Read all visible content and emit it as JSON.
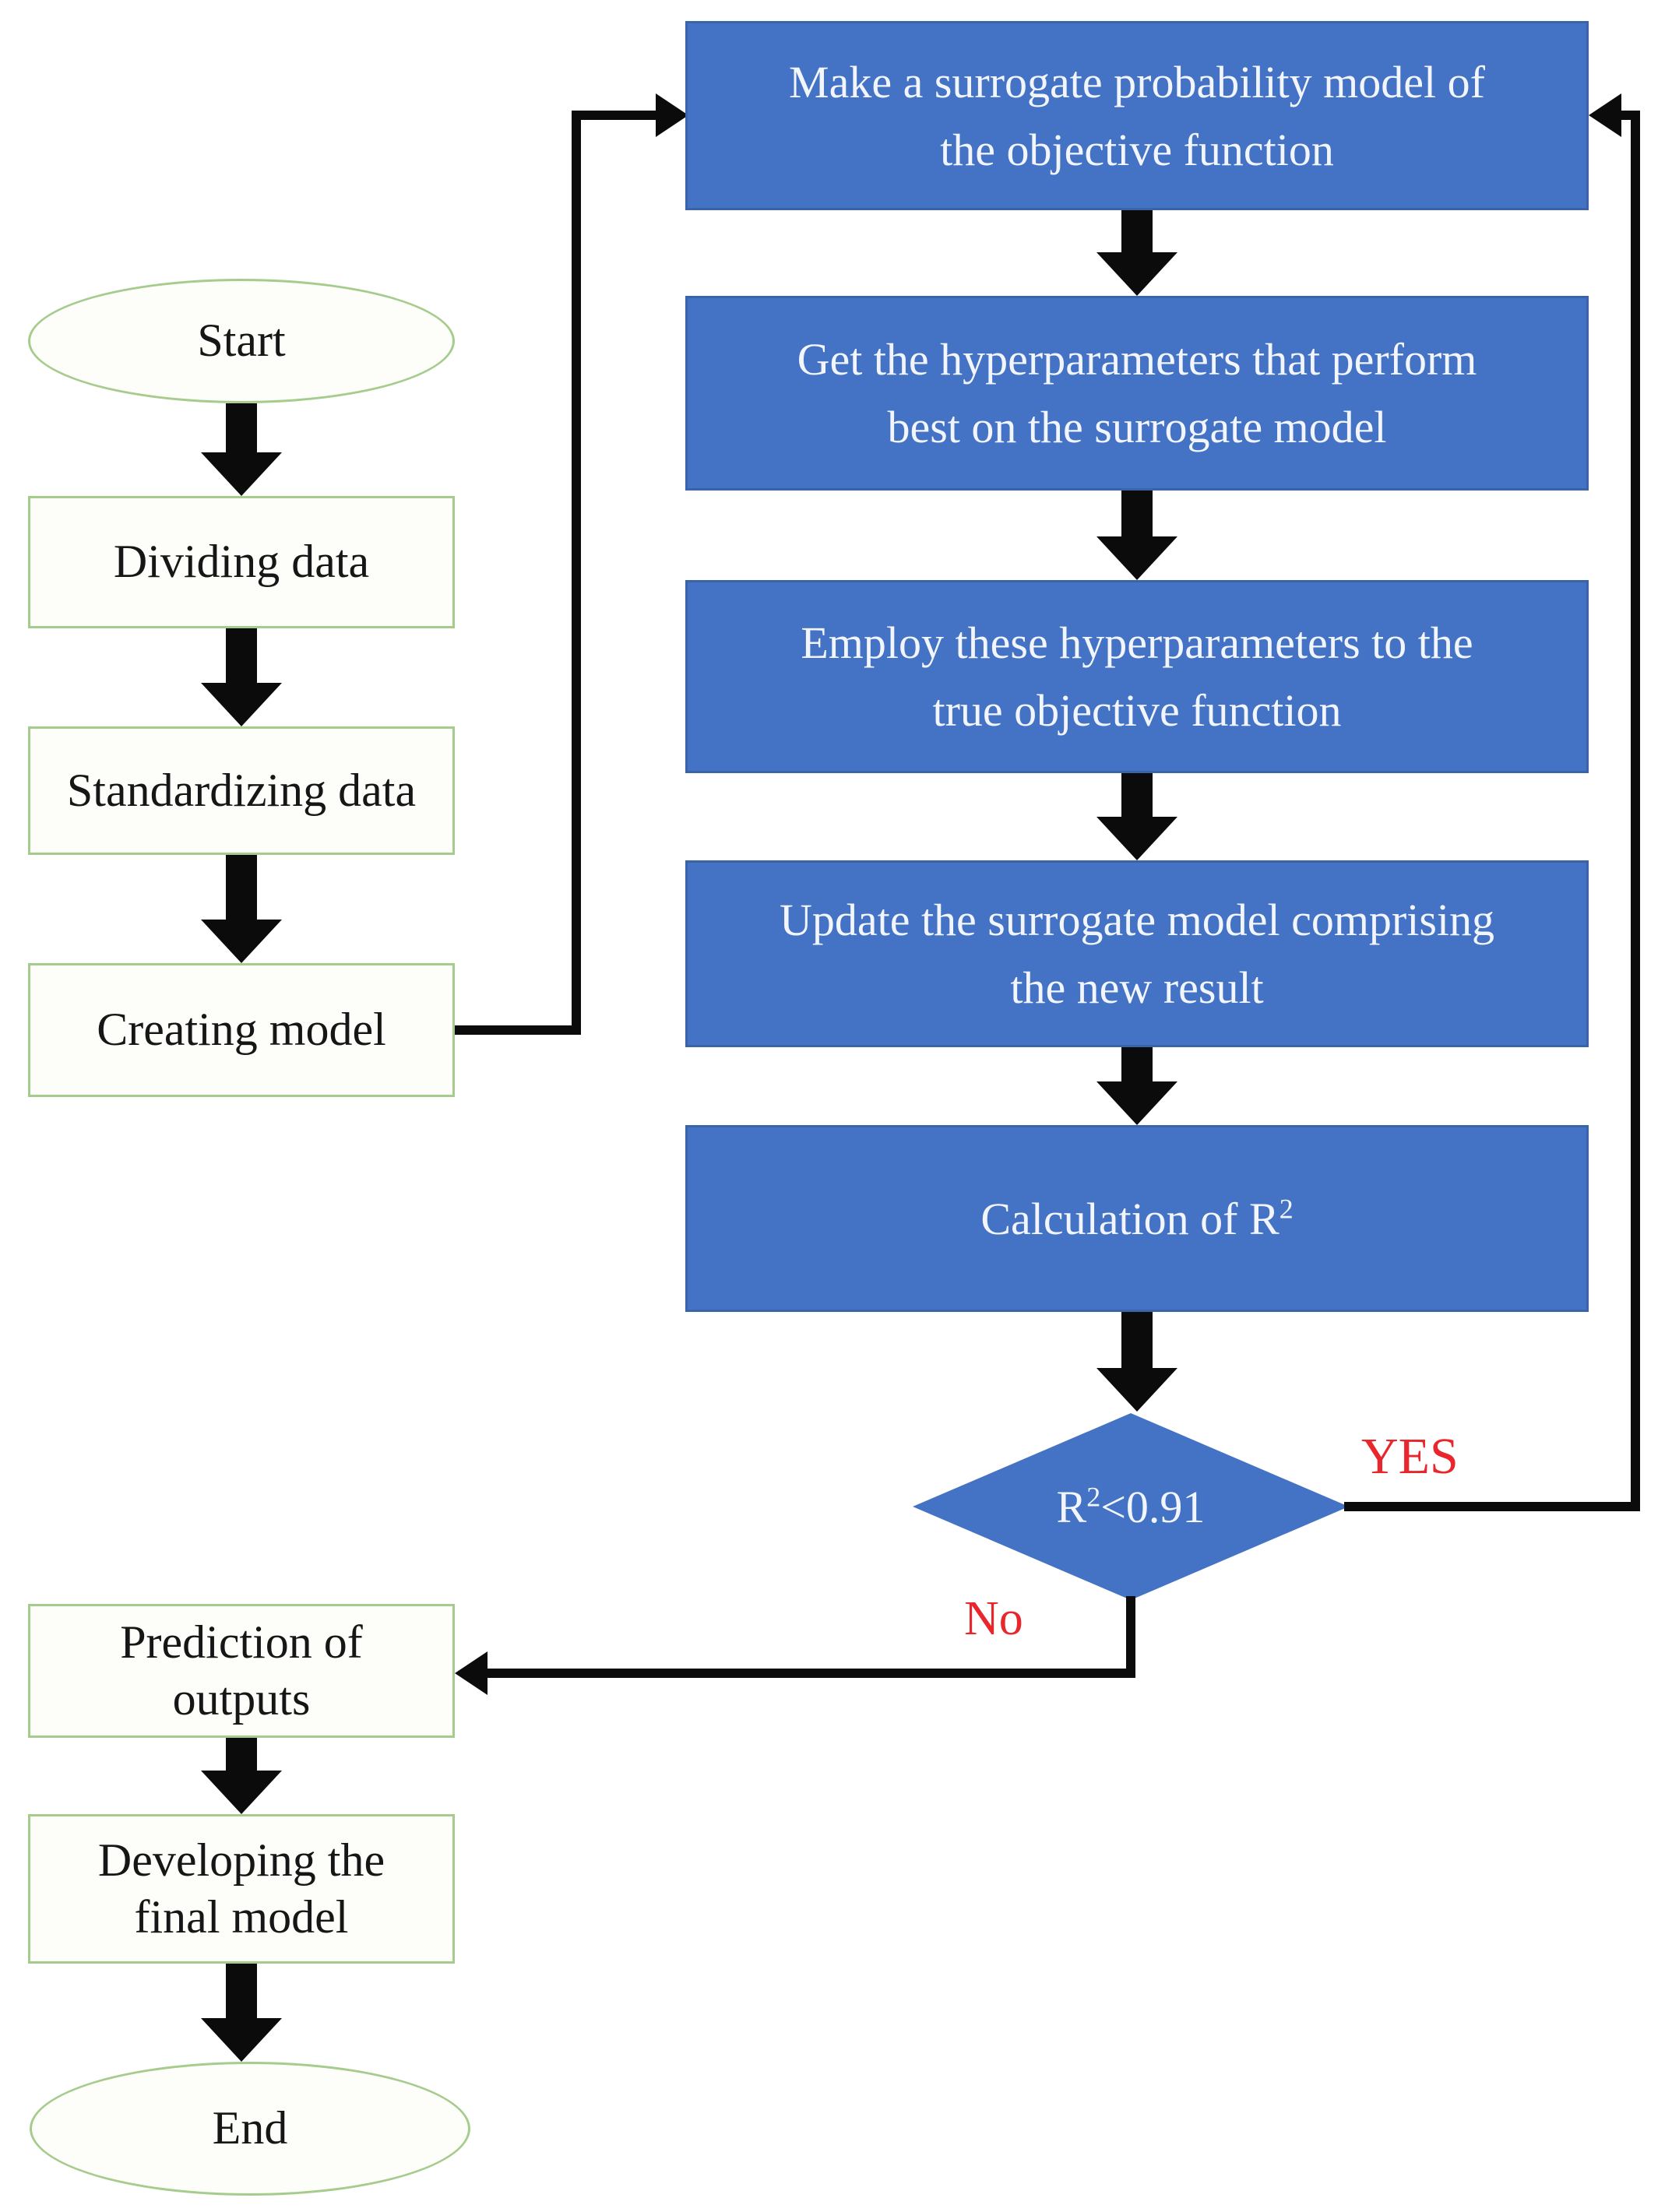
{
  "colors": {
    "process_blue": "#4472C4",
    "process_blue_border": "#3B63A8",
    "terminator_green_border": "#A6CC8D",
    "terminator_fill": "#FDFDFA",
    "arrow_black": "#0B0B0B",
    "branch_label_red": "#E8262C",
    "process_text_white": "#F2F6FC",
    "step_text_black": "#161616"
  },
  "flowchart": {
    "start": "Start",
    "left_steps": [
      "Dividing data",
      "Standardizing data",
      "Creating model"
    ],
    "loop_steps": [
      {
        "lines": [
          "Make a surrogate probability model of",
          "the objective function"
        ]
      },
      {
        "lines": [
          "Get the hyperparameters that perform",
          "best on the surrogate model"
        ]
      },
      {
        "lines": [
          "Employ these hyperparameters to the",
          "true objective function"
        ]
      },
      {
        "lines": [
          "Update the surrogate model comprising",
          "the new result"
        ]
      }
    ],
    "calculation": {
      "text": "Calculation of R",
      "sup": "2"
    },
    "decision": {
      "base": "R",
      "sup": "2",
      "rest": "<0.91"
    },
    "yes_label": "YES",
    "no_label": "No",
    "prediction": {
      "lines": [
        "Prediction of",
        "outputs"
      ]
    },
    "developing": {
      "lines": [
        "Developing the",
        "final model"
      ]
    },
    "end": "End"
  }
}
